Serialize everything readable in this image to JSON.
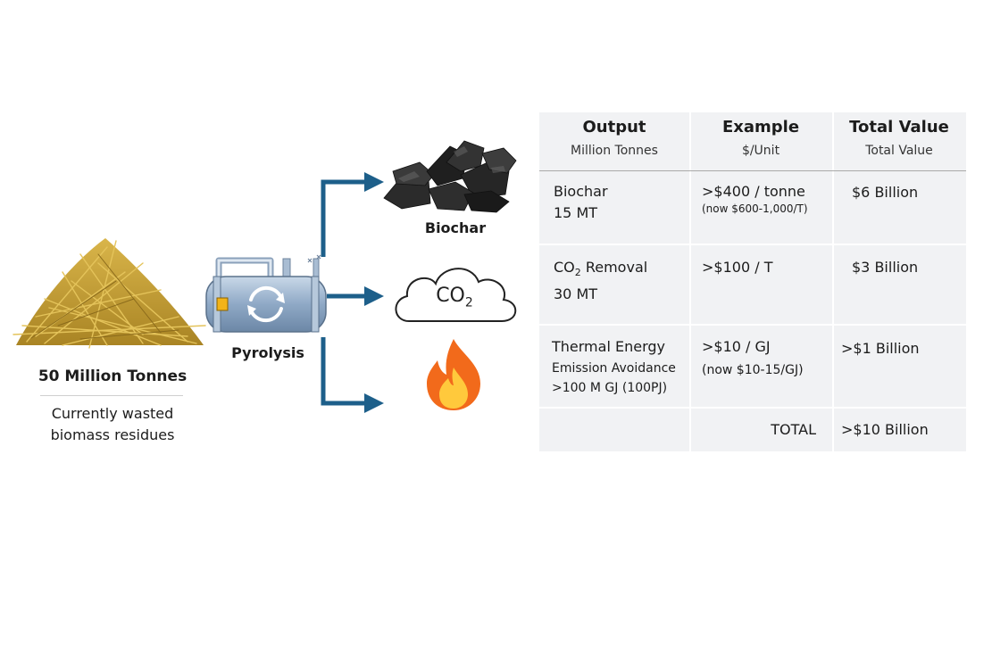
{
  "feedstock": {
    "amount": "50 Million Tonnes",
    "description_lines": [
      "Currently wasted",
      "biomass residues"
    ]
  },
  "process": {
    "label": "Pyrolysis"
  },
  "outputs": {
    "biochar_label": "Biochar",
    "co2_main": "CO",
    "co2_sub": "2",
    "flame_icon": "flame-icon"
  },
  "table": {
    "headers": [
      {
        "title": "Output",
        "subtitle": "Million Tonnes"
      },
      {
        "title": "Example",
        "subtitle": "$/Unit"
      },
      {
        "title": "Total Value",
        "subtitle": "Total Value"
      }
    ],
    "rows": [
      {
        "output_lines": [
          "Biochar",
          "15 MT"
        ],
        "price_main": ">$400 / tonne",
        "price_note": "(now $600-1,000/T)",
        "value": "$6 Billion"
      },
      {
        "output_main": "CO",
        "output_sub": "2",
        "output_rest": " Removal",
        "output_line2": "30 MT",
        "price_main": ">$100 / T",
        "value": "$3 Billion"
      },
      {
        "output_lines": [
          "Thermal Energy",
          "Emission Avoidance",
          ">100 M GJ (100PJ)"
        ],
        "price_main": ">$10 / GJ",
        "price_note": "(now $10-15/GJ)",
        "value": ">$1 Billion"
      }
    ],
    "total_label": "TOTAL",
    "total_value": ">$10 Billion"
  },
  "colors": {
    "arrow": "#1d5f8a",
    "straw": "#c9a43a",
    "table_bg": "#f1f2f4",
    "flame_outer": "#f26a1b",
    "flame_inner": "#ffc93c"
  }
}
